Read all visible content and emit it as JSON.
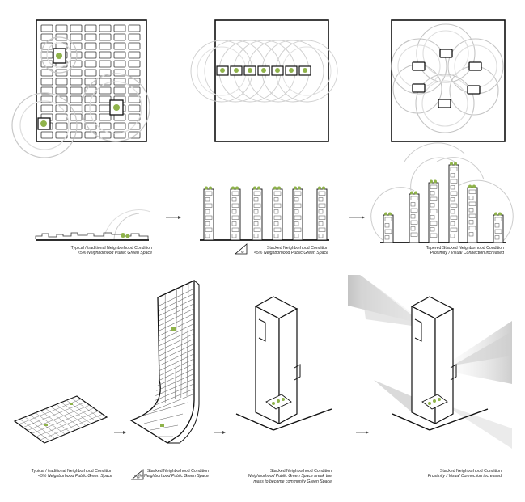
{
  "captions": {
    "row2": [
      {
        "line1": "Typical / traditional Neighborhood Condition",
        "line2": "<5% Neighborhood Public Green Space"
      },
      {
        "line1": "Stacked Neighborhood Condition",
        "line2": "<5% Neighborhood Public Green Space"
      },
      {
        "line1": "Tapered Stacked Neighborhood Condition",
        "line2": "Proximity / Visual Connection increased"
      }
    ],
    "row3": [
      {
        "line1": "Typical / traditional Neighborhood Condition",
        "line2": "<5% Neighborhood Public Green Space"
      },
      {
        "line1": "Stacked Neighborhood Condition",
        "line2": "<5% Neighborhood Public Green Space"
      },
      {
        "line1": "Stacked Neighborhood Condition",
        "line2": "Neighborhood Public Green Space break the",
        "line3": "mass to become community Green Space"
      },
      {
        "line1": "Stacked Neighborhood Condition",
        "line2": "Proximity / Visual Connection increased"
      }
    ]
  },
  "colors": {
    "green": "#8fb34a",
    "line": "#111111",
    "shadow": "#d9d9d9"
  }
}
